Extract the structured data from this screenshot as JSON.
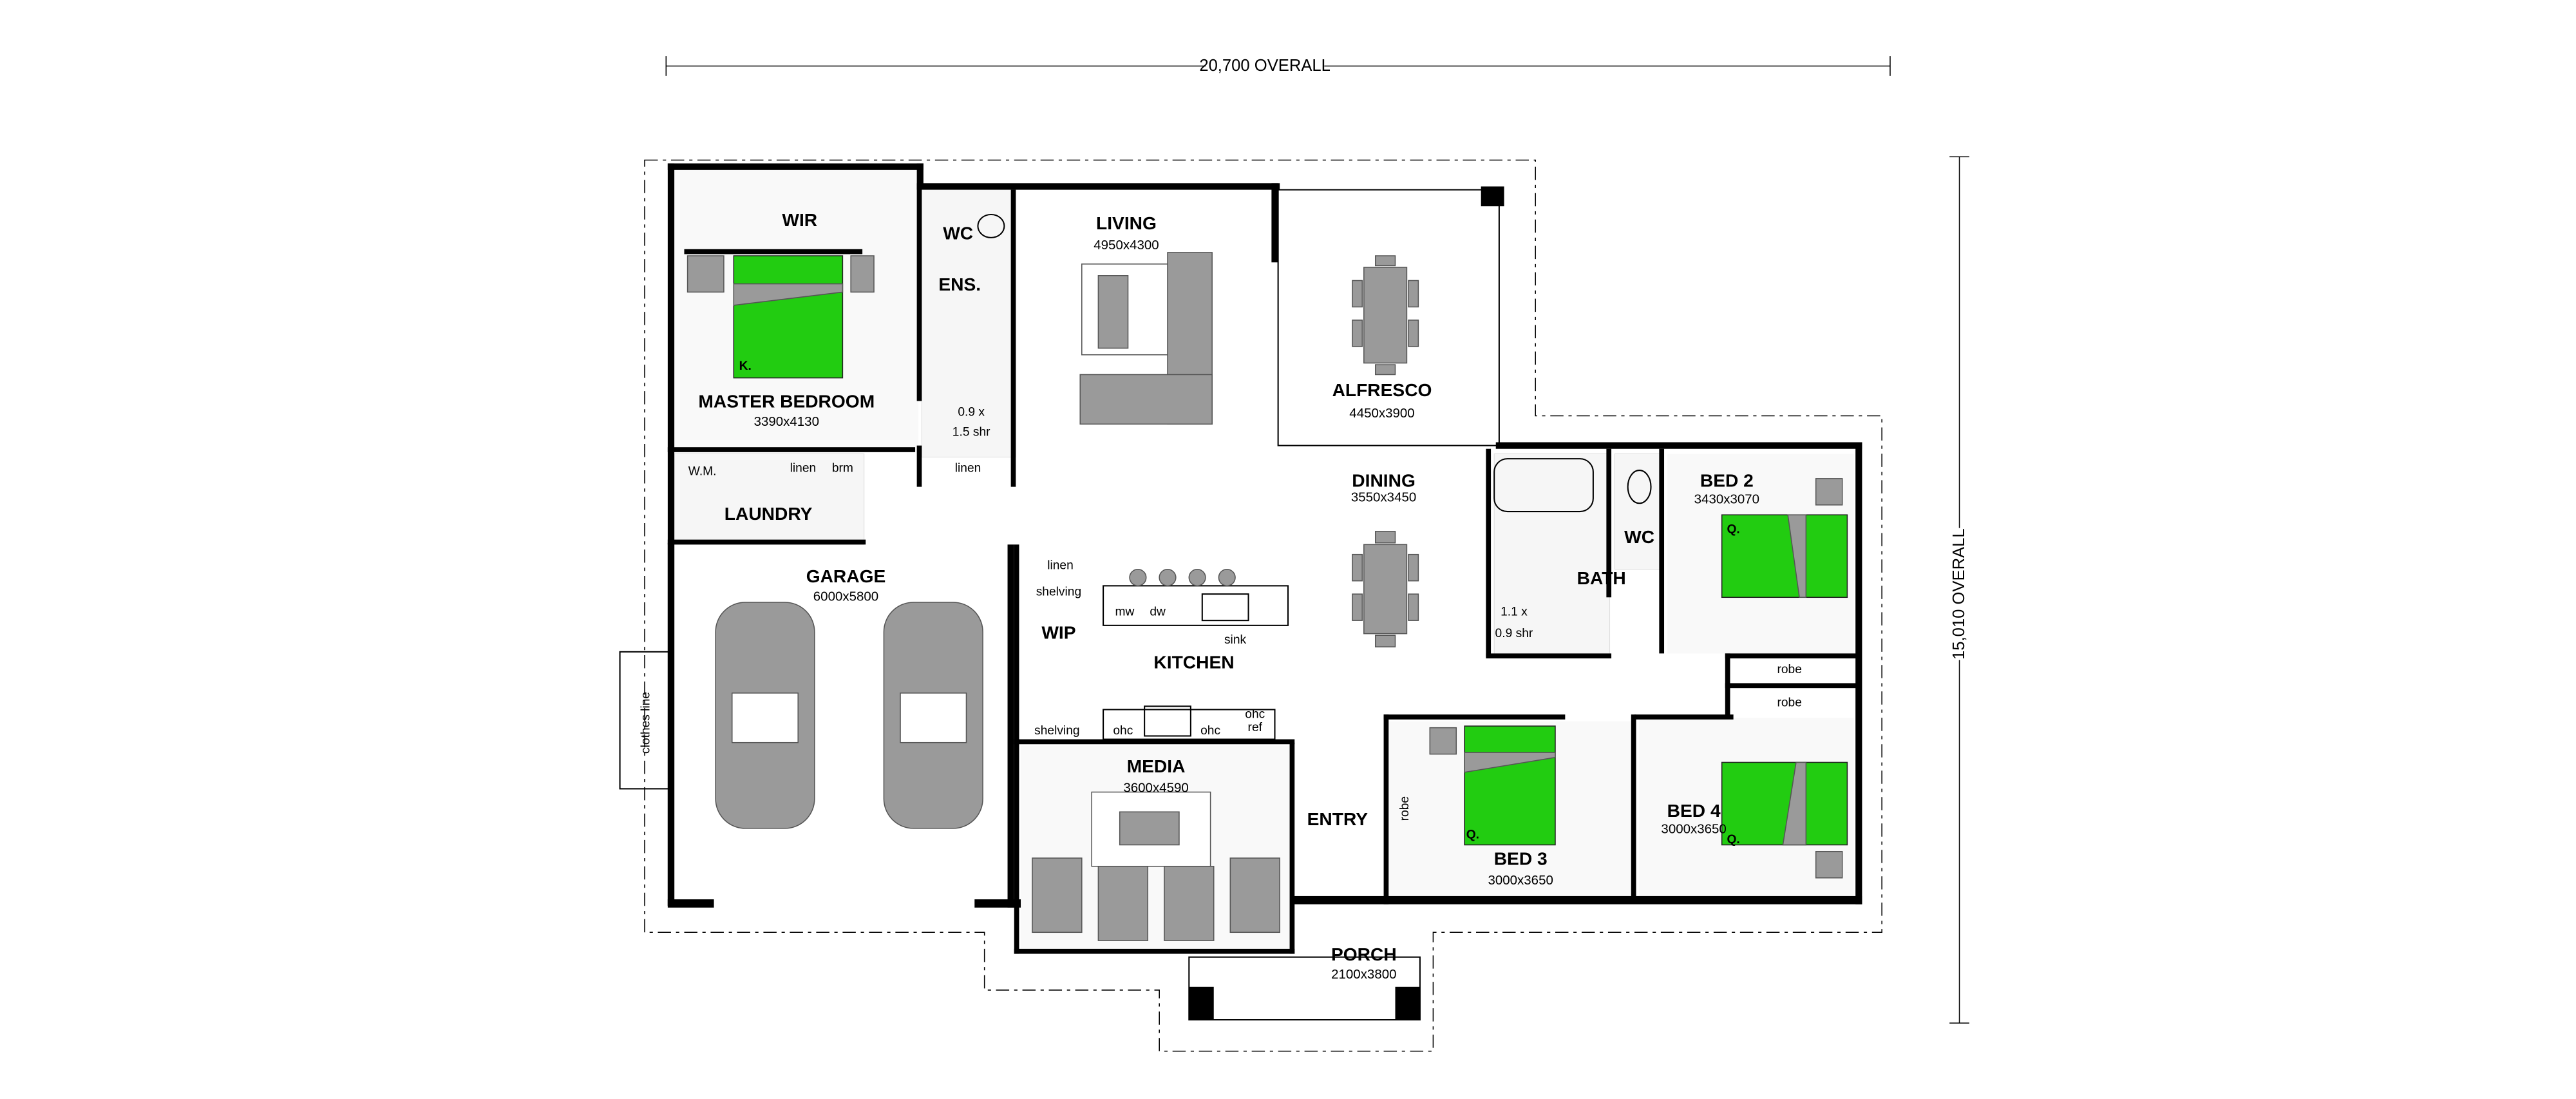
{
  "dimensions": {
    "overall_width": "20,700 OVERALL",
    "overall_depth": "15,010 OVERALL"
  },
  "rooms": {
    "wir": {
      "name": "WIR"
    },
    "wc_ens": {
      "name": "WC"
    },
    "ensuite": {
      "name": "ENS."
    },
    "ens_shower": {
      "line1": "0.9 x",
      "line2": "1.5 shr"
    },
    "living": {
      "name": "LIVING",
      "size": "4950x4300"
    },
    "alfresco": {
      "name": "ALFRESCO",
      "size": "4450x3900"
    },
    "master": {
      "name": "MASTER BEDROOM",
      "size": "3390x4130",
      "bed": "K."
    },
    "laundry": {
      "name": "LAUNDRY",
      "wm": "W.M.",
      "linen": "linen",
      "brm": "brm"
    },
    "ens_linen": "linen",
    "dining": {
      "name": "DINING",
      "size": "3550x3450"
    },
    "garage": {
      "name": "GARAGE",
      "size": "6000x5800",
      "clothes_line": "clothes line"
    },
    "wip": {
      "name": "WIP",
      "linen": "linen",
      "shelving": "shelving",
      "shelving2": "shelving"
    },
    "kitchen": {
      "name": "KITCHEN",
      "mw": "mw",
      "dw": "dw",
      "sink": "sink",
      "ohc1": "ohc",
      "ohc2": "ohc",
      "ohc_ref1": "ohc",
      "ohc_ref2": "ref"
    },
    "media": {
      "name": "MEDIA",
      "size": "3600x4590"
    },
    "entry": {
      "name": "ENTRY",
      "robe": "robe"
    },
    "porch": {
      "name": "PORCH",
      "size": "2100x3800"
    },
    "bath": {
      "name": "BATH",
      "shower1": "1.1 x",
      "shower2": "0.9 shr"
    },
    "wc": {
      "name": "WC"
    },
    "bed2": {
      "name": "BED 2",
      "size": "3430x3070",
      "bed": "Q."
    },
    "robe1": "robe",
    "robe2": "robe",
    "bed3": {
      "name": "BED 3",
      "size": "3000x3650",
      "bed": "Q."
    },
    "bed4": {
      "name": "BED 4",
      "size": "3000x3650",
      "bed": "Q."
    }
  },
  "colors": {
    "bed": "#22cc11",
    "furniture": "#9a9a9a",
    "wall": "#000000"
  }
}
